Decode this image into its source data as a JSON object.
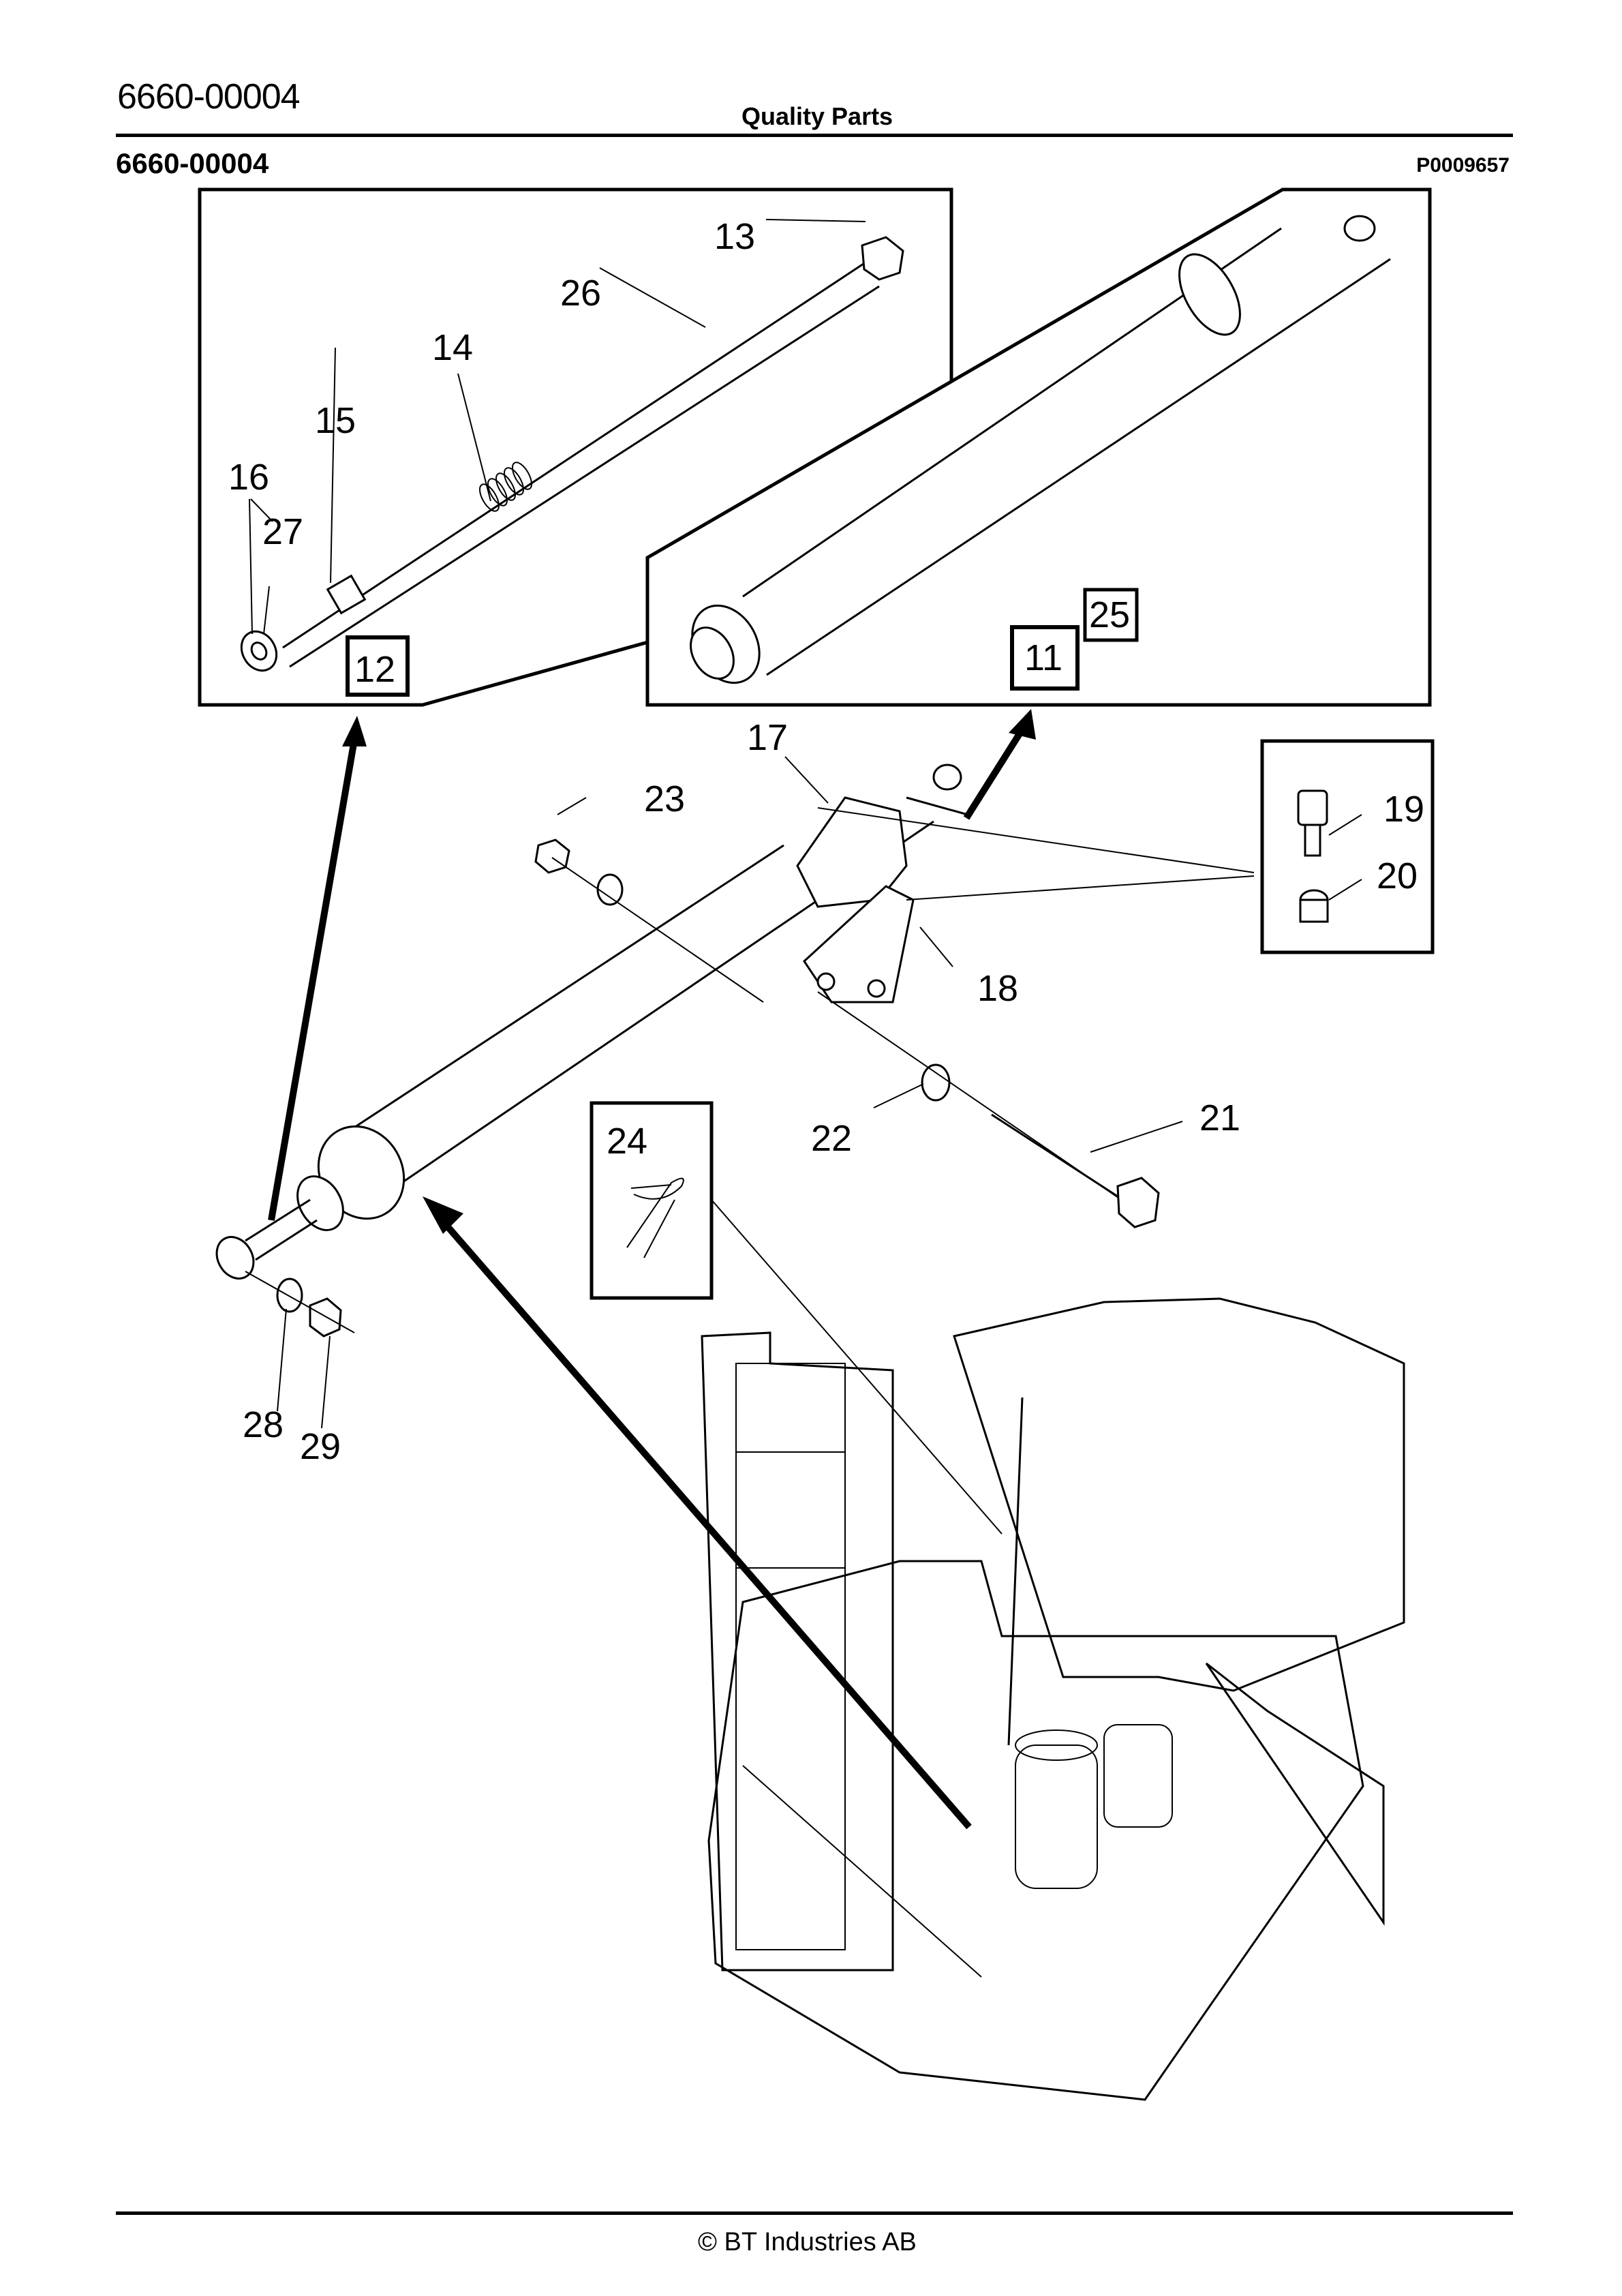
{
  "header": {
    "part_number": "6660-00004",
    "title": "Quality Parts"
  },
  "subheader": {
    "part_number": "6660-00004",
    "illustration_ref": "P0009657"
  },
  "diagram": {
    "callouts": {
      "c11": "11",
      "c12": "12",
      "c13": "13",
      "c14": "14",
      "c15": "15",
      "c16": "16",
      "c17": "17",
      "c18": "18",
      "c19": "19",
      "c20": "20",
      "c21": "21",
      "c22": "22",
      "c23": "23",
      "c24": "24",
      "c25": "25",
      "c26": "26",
      "c27": "27",
      "c28": "28",
      "c29": "29"
    },
    "boxed_callouts": [
      "11",
      "12",
      "25"
    ]
  },
  "footer": {
    "copyright": "© BT Industries AB"
  }
}
